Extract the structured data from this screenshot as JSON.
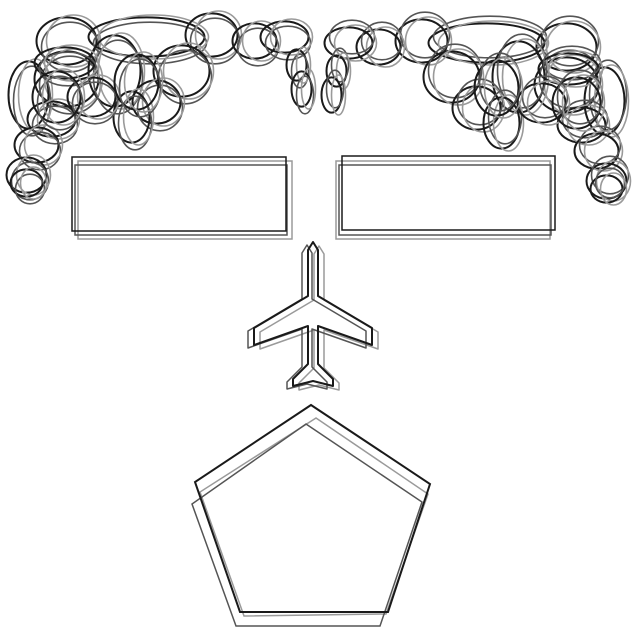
{
  "scene": {
    "background": "#ffffff",
    "ink_dark": "#1a1a1a",
    "ink_mid": "#555555",
    "ink_light": "#9a9a9a",
    "objects": [
      {
        "name": "loop-garland",
        "shape": "chain of overlapping ovals"
      },
      {
        "name": "rectangle-left",
        "shape": "rectangle"
      },
      {
        "name": "rectangle-right",
        "shape": "rectangle"
      },
      {
        "name": "airplane-icon",
        "shape": "airplane"
      },
      {
        "name": "pentagon",
        "shape": "pentagon"
      }
    ]
  }
}
